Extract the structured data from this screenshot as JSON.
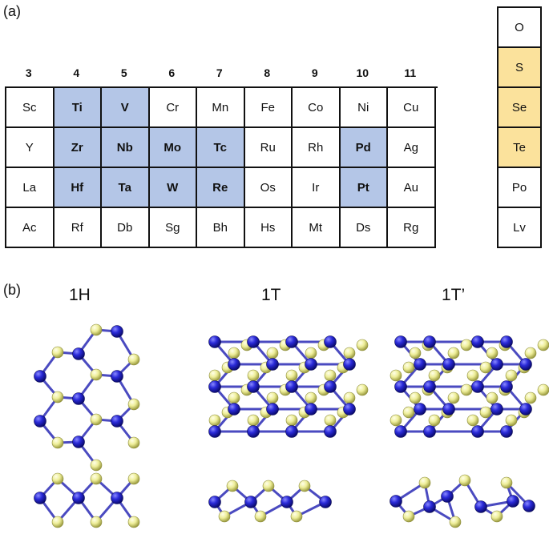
{
  "panel_a_label": "(a)",
  "panel_b_label": "(b)",
  "groups": [
    "3",
    "4",
    "5",
    "6",
    "7",
    "8",
    "9",
    "10",
    "11"
  ],
  "rows": [
    [
      {
        "el": "Sc",
        "hl": false
      },
      {
        "el": "Ti",
        "hl": true
      },
      {
        "el": "V",
        "hl": true
      },
      {
        "el": "Cr",
        "hl": false
      },
      {
        "el": "Mn",
        "hl": false
      },
      {
        "el": "Fe",
        "hl": false
      },
      {
        "el": "Co",
        "hl": false
      },
      {
        "el": "Ni",
        "hl": false
      },
      {
        "el": "Cu",
        "hl": false
      }
    ],
    [
      {
        "el": "Y",
        "hl": false
      },
      {
        "el": "Zr",
        "hl": true
      },
      {
        "el": "Nb",
        "hl": true
      },
      {
        "el": "Mo",
        "hl": true
      },
      {
        "el": "Tc",
        "hl": true
      },
      {
        "el": "Ru",
        "hl": false
      },
      {
        "el": "Rh",
        "hl": false
      },
      {
        "el": "Pd",
        "hl": true
      },
      {
        "el": "Ag",
        "hl": false
      }
    ],
    [
      {
        "el": "La",
        "hl": false
      },
      {
        "el": "Hf",
        "hl": true
      },
      {
        "el": "Ta",
        "hl": true
      },
      {
        "el": "W",
        "hl": true
      },
      {
        "el": "Re",
        "hl": true
      },
      {
        "el": "Os",
        "hl": false
      },
      {
        "el": "Ir",
        "hl": false
      },
      {
        "el": "Pt",
        "hl": true
      },
      {
        "el": "Au",
        "hl": false
      }
    ],
    [
      {
        "el": "Ac",
        "hl": false
      },
      {
        "el": "Rf",
        "hl": false
      },
      {
        "el": "Db",
        "hl": false
      },
      {
        "el": "Sg",
        "hl": false
      },
      {
        "el": "Bh",
        "hl": false
      },
      {
        "el": "Hs",
        "hl": false
      },
      {
        "el": "Mt",
        "hl": false
      },
      {
        "el": "Ds",
        "hl": false
      },
      {
        "el": "Rg",
        "hl": false
      }
    ]
  ],
  "chalcogens": [
    {
      "el": "O",
      "hl": false
    },
    {
      "el": "S",
      "hl": true
    },
    {
      "el": "Se",
      "hl": true
    },
    {
      "el": "Te",
      "hl": true
    },
    {
      "el": "Po",
      "hl": false
    },
    {
      "el": "Lv",
      "hl": false
    }
  ],
  "phases": {
    "h": "1H",
    "t": "1T",
    "tp": "1T’"
  },
  "colors": {
    "metal_highlight": "#b4c6e7",
    "chalcogen_highlight": "#fbe29c",
    "metal_atom": "#2020c8",
    "chalcogen_atom": "#eeee99"
  }
}
